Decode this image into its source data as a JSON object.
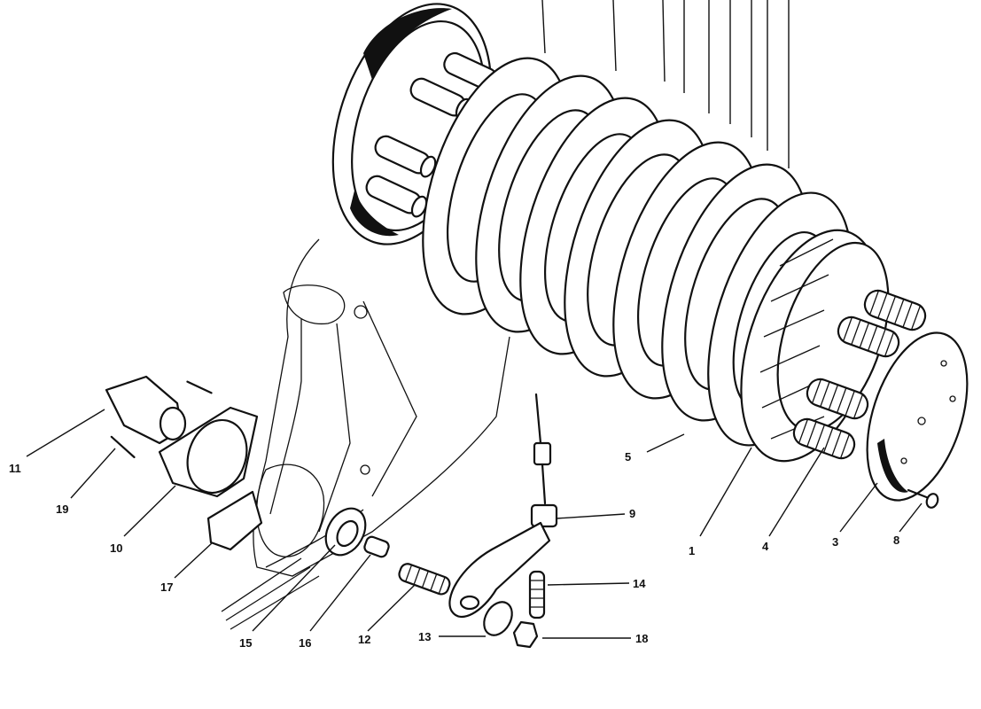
{
  "diagram": {
    "type": "exploded parts diagram",
    "callouts": [
      {
        "id": "1",
        "text": "1"
      },
      {
        "id": "3",
        "text": "3"
      },
      {
        "id": "4",
        "text": "4"
      },
      {
        "id": "5",
        "text": "5"
      },
      {
        "id": "8",
        "text": "8"
      },
      {
        "id": "9",
        "text": "9"
      },
      {
        "id": "10",
        "text": "10"
      },
      {
        "id": "11",
        "text": "11"
      },
      {
        "id": "12",
        "text": "12"
      },
      {
        "id": "13",
        "text": "13"
      },
      {
        "id": "14",
        "text": "14"
      },
      {
        "id": "15",
        "text": "15"
      },
      {
        "id": "16",
        "text": "16"
      },
      {
        "id": "17",
        "text": "17"
      },
      {
        "id": "18",
        "text": "18"
      },
      {
        "id": "19",
        "text": "19"
      }
    ]
  }
}
